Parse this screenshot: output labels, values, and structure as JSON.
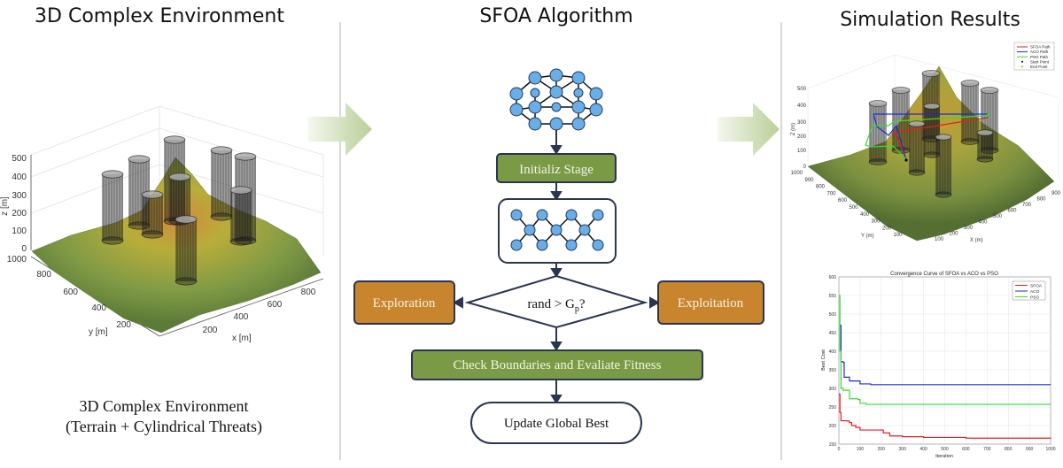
{
  "panels": {
    "left_title": "3D Complex Environment",
    "center_title": "SFOA Algorithm",
    "right_title": "Simulation Results"
  },
  "left_plot": {
    "z_label": "z [m]",
    "y_label": "y [m]",
    "x_label": "x [m]",
    "z_ticks": [
      "500",
      "400",
      "300",
      "200",
      "100",
      "0"
    ],
    "y_ticks": [
      "1000",
      "800",
      "600",
      "400",
      "200"
    ],
    "x_ticks": [
      "200",
      "400",
      "600",
      "800"
    ],
    "caption_line1": "3D Complex Environment",
    "caption_line2": "(Terrain + Cylindrical Threats)"
  },
  "flow": {
    "init_label": "Initializ Stage",
    "decision_prefix": "rand > G",
    "decision_sub": "p",
    "decision_suffix": "?",
    "exploration_label": "Exploration",
    "exploitation_label": "Exploitation",
    "check_label": "Check Boundaries and Evaliate Fitness",
    "update_label": "Update Global Best",
    "colors": {
      "green_box": "#7a9a45",
      "orange_box": "#c9842e",
      "node": "#6aaee8",
      "line": "#2a3550"
    }
  },
  "right_plot": {
    "z_label": "Z (m)",
    "y_label": "Y (m)",
    "x_label": "X (m)",
    "z_ticks": [
      "500",
      "400",
      "300",
      "200",
      "100",
      "0"
    ],
    "y_ticks": [
      "1000",
      "900",
      "800",
      "700",
      "600",
      "500",
      "400",
      "300",
      "200",
      "100"
    ],
    "x_ticks": [
      "100",
      "200",
      "300",
      "400",
      "500",
      "600",
      "700",
      "800",
      "900"
    ],
    "legend": [
      "SFOA Path",
      "ACO Path",
      "PSO Path",
      "Start Point",
      "End Point"
    ]
  },
  "chart_data": {
    "type": "line",
    "title": "Convergence Curve of SFOA vs ACO vs PSO",
    "xlabel": "Iteration",
    "ylabel": "Best Cost",
    "xlim": [
      0,
      1000
    ],
    "ylim": [
      150,
      600
    ],
    "xticks": [
      0,
      100,
      200,
      300,
      400,
      500,
      600,
      700,
      800,
      900,
      1000
    ],
    "yticks": [
      150,
      200,
      250,
      300,
      350,
      400,
      450,
      500,
      550,
      600
    ],
    "grid": true,
    "legend_position": "top-right",
    "series": [
      {
        "name": "SFOA",
        "color": "#e02020",
        "x": [
          0,
          5,
          10,
          40,
          50,
          60,
          80,
          100,
          200,
          210,
          240,
          300,
          400,
          600,
          1000
        ],
        "y": [
          285,
          235,
          213,
          212,
          208,
          200,
          195,
          188,
          188,
          180,
          172,
          170,
          168,
          166,
          164
        ]
      },
      {
        "name": "ACO",
        "color": "#1a2fd0",
        "x": [
          5,
          10,
          20,
          25,
          50,
          100,
          150,
          1000
        ],
        "y": [
          470,
          372,
          370,
          330,
          320,
          312,
          310,
          310
        ]
      },
      {
        "name": "PSO",
        "color": "#33dd33",
        "x": [
          0,
          5,
          10,
          20,
          50,
          90,
          100,
          130,
          1000
        ],
        "y": [
          550,
          400,
          300,
          295,
          272,
          270,
          260,
          257,
          257
        ]
      }
    ]
  }
}
